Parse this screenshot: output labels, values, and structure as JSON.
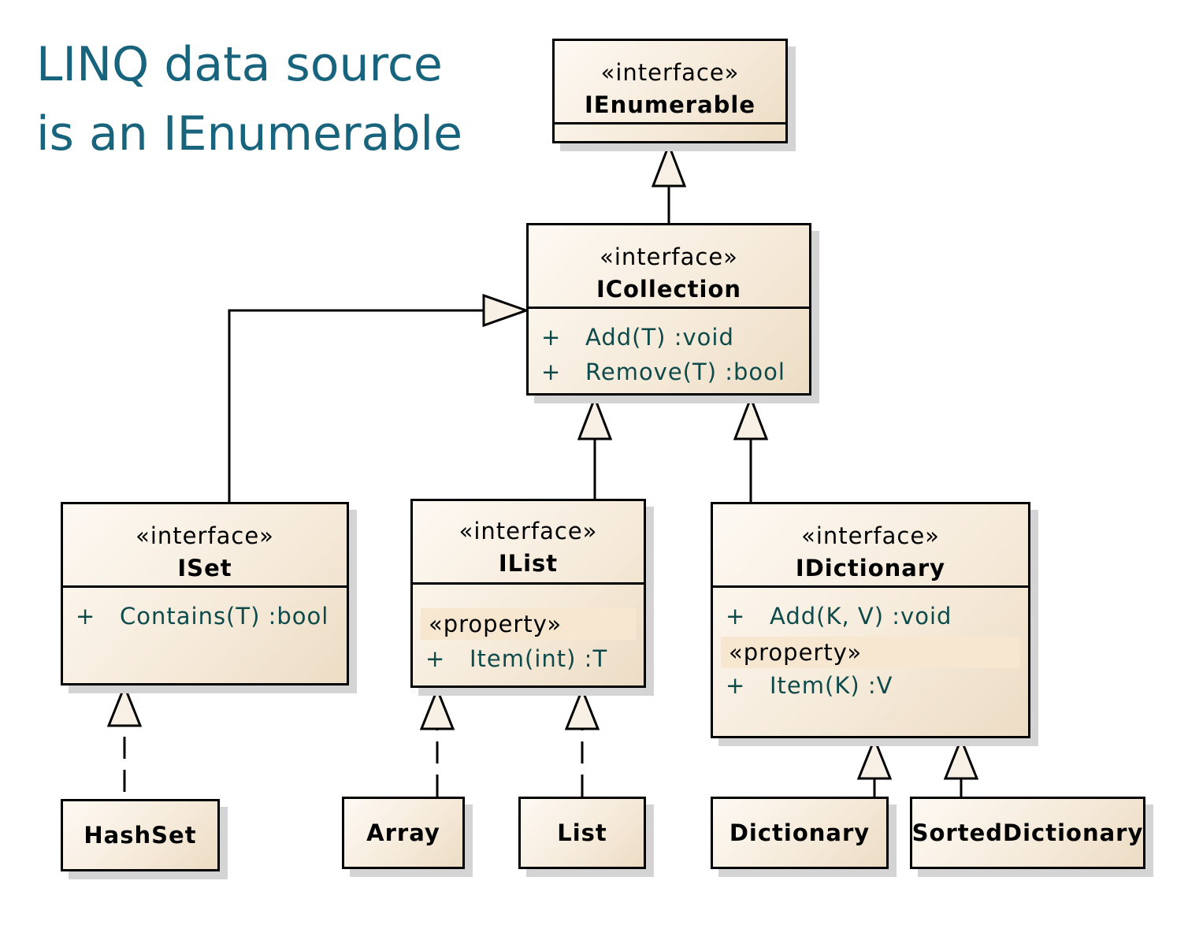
{
  "title": {
    "line1": "LINQ data source",
    "line2": "is an IEnumerable"
  },
  "interfaces": {
    "ienumerable": {
      "stereotype": "«interface»",
      "name": "IEnumerable"
    },
    "icollection": {
      "stereotype": "«interface»",
      "name": "ICollection",
      "operations": [
        {
          "visibility": "+",
          "signature": "Add(T)  :void"
        },
        {
          "visibility": "+",
          "signature": "Remove(T)  :bool"
        }
      ]
    },
    "iset": {
      "stereotype": "«interface»",
      "name": "ISet",
      "operations": [
        {
          "visibility": "+",
          "signature": "Contains(T)  :bool"
        }
      ]
    },
    "ilist": {
      "stereotype": "«interface»",
      "name": "IList",
      "property_stereotype": "«property»",
      "operations": [
        {
          "visibility": "+",
          "signature": "Item(int)  :T"
        }
      ]
    },
    "idictionary": {
      "stereotype": "«interface»",
      "name": "IDictionary",
      "operations": [
        {
          "visibility": "+",
          "signature": "Add(K, V)  :void"
        }
      ],
      "property_stereotype": "«property»",
      "properties": [
        {
          "visibility": "+",
          "signature": "Item(K)  :V"
        }
      ]
    }
  },
  "classes": {
    "hashset": "HashSet",
    "array": "Array",
    "list": "List",
    "dictionary": "Dictionary",
    "sorteddictionary": "SortedDictionary"
  },
  "colors": {
    "title": "#17647c",
    "box_fill": "#f6ebdb",
    "operation_text": "#0e4a4a",
    "property_band": "#f7e7d0"
  }
}
